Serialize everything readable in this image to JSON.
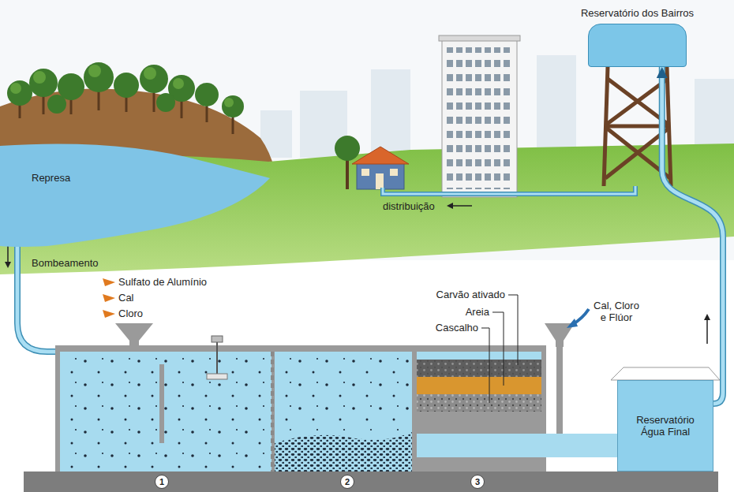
{
  "diagram": {
    "nodes": [
      {
        "text": [
          "Represa"
        ]
      },
      {
        "text": [
          "Reservatório dos Bairros"
        ]
      },
      {
        "text": [
          "Reservatório Água Final"
        ]
      }
    ],
    "edges": [
      {
        "from": 2,
        "to": 1,
        "arrow": "to"
      }
    ],
    "labels": [
      "Bombeamento",
      "Sulfato de Alumínio",
      "Cal",
      "Cloro",
      "distribuição",
      "Carvão ativado",
      "Areia",
      "Cascalho",
      "Cal, Cloro e Flúor",
      "1",
      "2",
      "3"
    ]
  }
}
